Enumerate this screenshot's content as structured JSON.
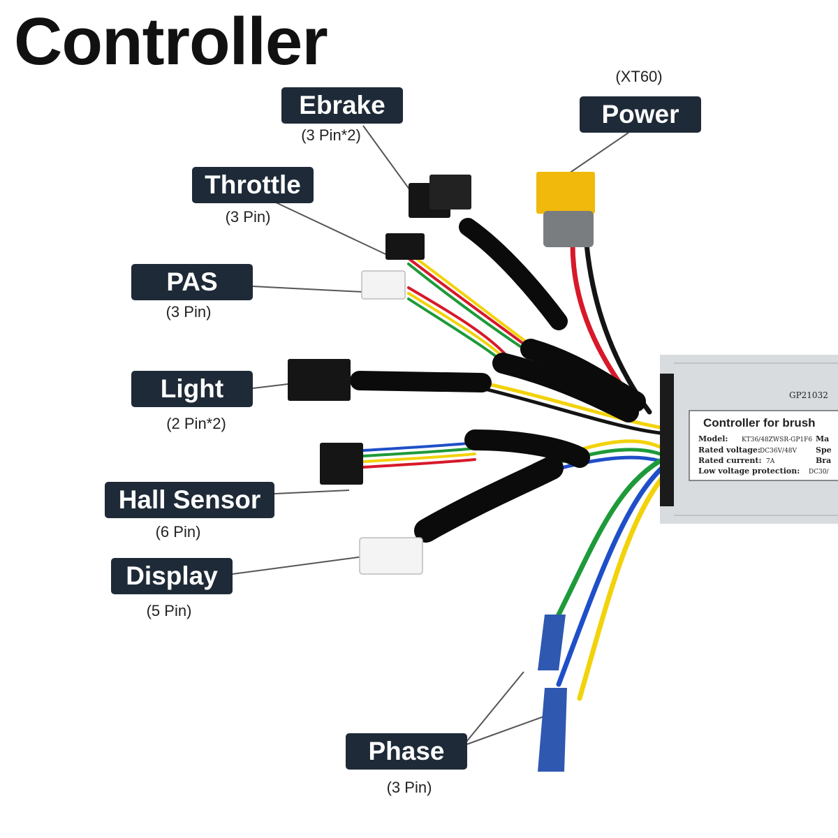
{
  "title": "Controller",
  "labels": {
    "power": {
      "name": "Power",
      "note": "(XT60)"
    },
    "ebrake": {
      "name": "Ebrake",
      "note": "(3 Pin*2)"
    },
    "throttle": {
      "name": "Throttle",
      "note": "(3 Pin)"
    },
    "pas": {
      "name": "PAS",
      "note": "(3 Pin)"
    },
    "light": {
      "name": "Light",
      "note": "(2 Pin*2)"
    },
    "hall": {
      "name": "Hall Sensor",
      "note": "(6 Pin)"
    },
    "display": {
      "name": "Display",
      "note": "(5 Pin)"
    },
    "phase": {
      "name": "Phase",
      "note": "(3 Pin)"
    }
  },
  "controller_plate": {
    "heading": "Controller for brush",
    "model_label": "Model:",
    "model_value": "KT36/48ZWSR-GP1F6",
    "voltage_label": "Rated voltage:",
    "voltage_value": "DC36V/48V",
    "current_label": "Rated current:",
    "current_value": "7A",
    "lvp_label": "Low voltage protection:",
    "lvp_value": "DC30/",
    "right_col": [
      "Ma",
      "Spe",
      "Bra"
    ],
    "serial": "GP21032"
  },
  "colors": {
    "label_bg": "#1e2a37",
    "wire_red": "#d7192a",
    "wire_black": "#141414",
    "wire_yellow": "#f2d20a",
    "wire_green": "#1e9a3a",
    "wire_blue": "#1f4fc8",
    "xt60_yellow": "#f0b90b",
    "phase_terminal": "#2f58b0",
    "housing": "#d8dcdf"
  }
}
